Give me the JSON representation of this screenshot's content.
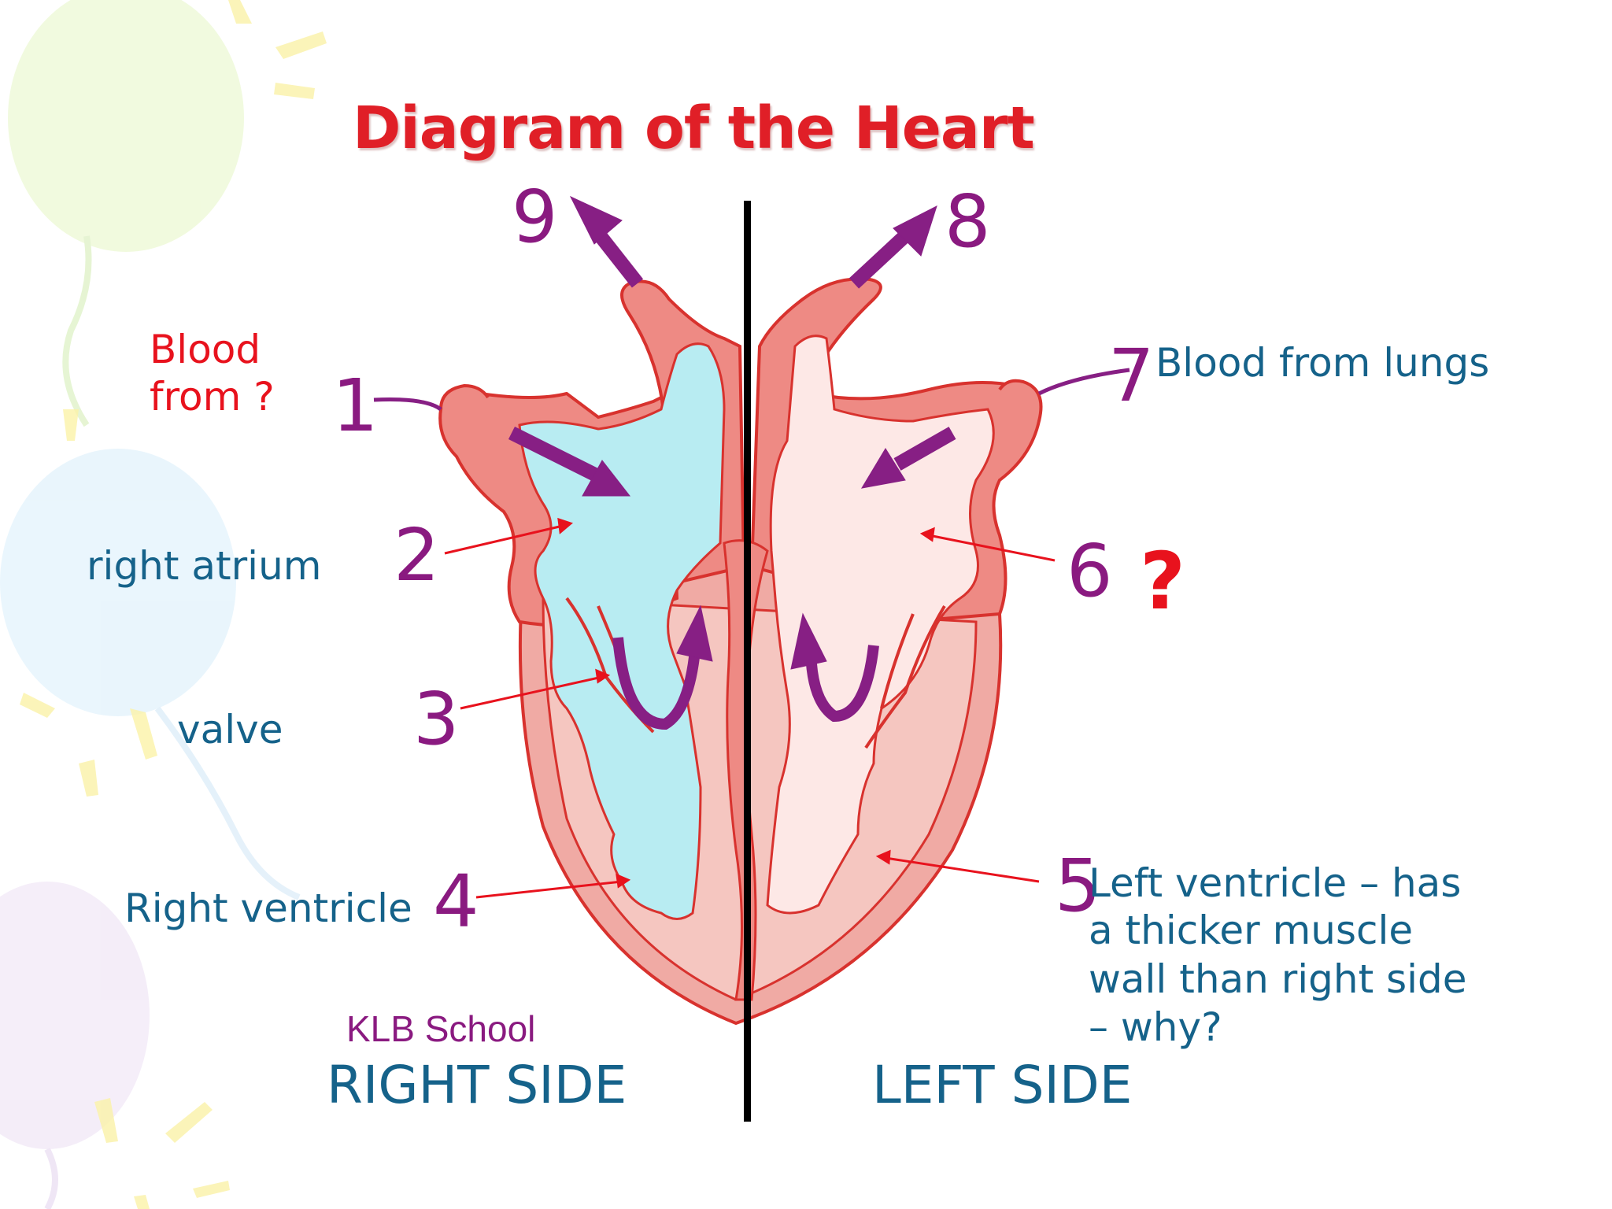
{
  "title": "Diagram of the Heart",
  "credit": "KLB School",
  "sides": {
    "right": "RIGHT SIDE",
    "left": "LEFT SIDE"
  },
  "question_mark": "?",
  "numbers": {
    "n1": "1",
    "n2": "2",
    "n3": "3",
    "n4": "4",
    "n5": "5",
    "n6": "6",
    "n7": "7",
    "n8": "8",
    "n9": "9"
  },
  "labels": {
    "blood_from_line1": "Blood",
    "blood_from_line2": "from ?",
    "blood_from_lungs": "Blood from lungs",
    "right_atrium": "right atrium",
    "valve": "valve",
    "right_ventricle": "Right ventricle",
    "left_ventricle_lines": [
      "Left ventricle – has",
      "a thicker muscle",
      "wall than right side",
      "– why?"
    ]
  },
  "colors": {
    "title": "#e01f27",
    "label_teal": "#15628a",
    "label_red": "#e8121d",
    "number_purple": "#8a1a80",
    "heart_wall": "#ee8a84",
    "heart_outline": "#d8322e",
    "deoxygenated_blood": "#b8ecf2",
    "oxygenated_blood": "#fde8e6"
  }
}
